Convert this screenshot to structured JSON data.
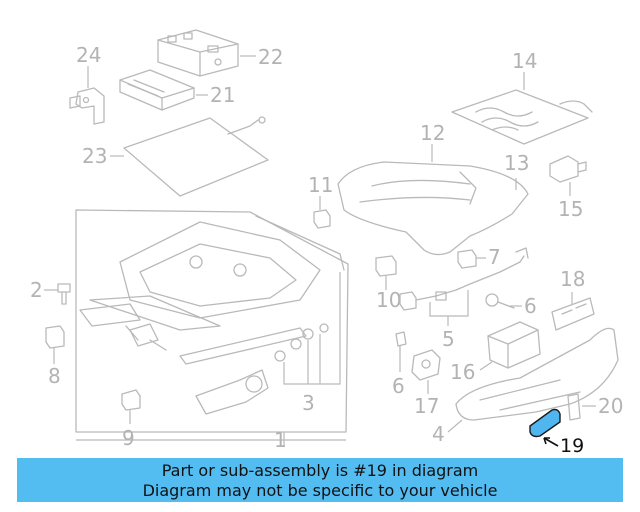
{
  "callouts": {
    "c1": "1",
    "c2": "2",
    "c3": "3",
    "c4": "4",
    "c5": "5",
    "c6a": "6",
    "c6b": "6",
    "c7": "7",
    "c8": "8",
    "c9": "9",
    "c10": "10",
    "c11": "11",
    "c12": "12",
    "c13": "13",
    "c14": "14",
    "c15": "15",
    "c16": "16",
    "c17": "17",
    "c18": "18",
    "c19": "19",
    "c20": "20",
    "c21": "21",
    "c22": "22",
    "c23": "23",
    "c24": "24"
  },
  "highlight": {
    "part_number": "19",
    "color": "#4fb6ef"
  },
  "banner": {
    "line1": "Part or sub-assembly is #19 in diagram",
    "line2": "Diagram may not be specific to your vehicle",
    "color": "#53bdf2"
  }
}
